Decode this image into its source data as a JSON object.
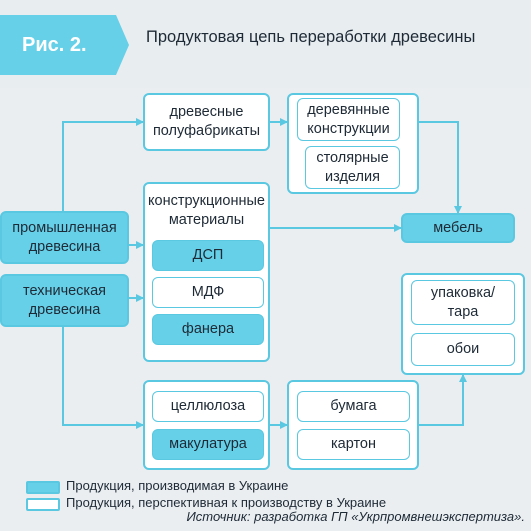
{
  "figure": {
    "label": "Рис. 2.",
    "title": "Продуктовая цепь переработки древесины",
    "accent_color": "#66d0e8"
  },
  "inputs": {
    "industrial_wood": "промышленная\nдревесина",
    "technical_wood": "техническая\nдревесина"
  },
  "nodes": {
    "semi_finished": "древесные\nполуфабрикаты",
    "wooden_structures": "деревянные\nконструкции",
    "joinery": "столярные\nизделия",
    "furniture": "мебель",
    "construction_materials": "конструкционные\nматериалы",
    "dsp": "ДСП",
    "mdf": "МДФ",
    "plywood": "фанера",
    "packaging": "упаковка/\nтара",
    "wallpaper": "обои",
    "cellulose": "целлюлоза",
    "waste_paper": "макулатура",
    "paper": "бумага",
    "cardboard": "картон"
  },
  "legend": {
    "produced": "Продукция, производимая в Украине",
    "prospective": "Продукция, перспективная к производству в Украине"
  },
  "source": "Источник: разработка ГП «Укрпромвнешэкспертиза»."
}
